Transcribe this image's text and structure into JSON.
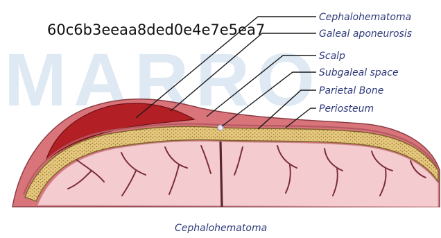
{
  "overlay_id": "60c6b3eeaa8ded0e4e7e5ea7",
  "watermark_text": "MARRO",
  "labels": {
    "cephalohematoma": "Cephalohematoma",
    "galeal_aponeurosis": "Galeal aponeurosis",
    "scalp": "Scalp",
    "subgaleal_space": "Subgaleal space",
    "parietal_bone": "Parietal Bone",
    "periosteum": "Periosteum"
  },
  "caption": "Cephalohematoma",
  "colors": {
    "scalp_fill": "#d9747a",
    "hematoma_fill": "#b21f24",
    "bone_fill": "#e6c97f",
    "bone_dots": "#9a7a33",
    "brain_fill": "#f4cccf",
    "vessel": "#7a2d39",
    "label_text": "#2f3a7a"
  }
}
